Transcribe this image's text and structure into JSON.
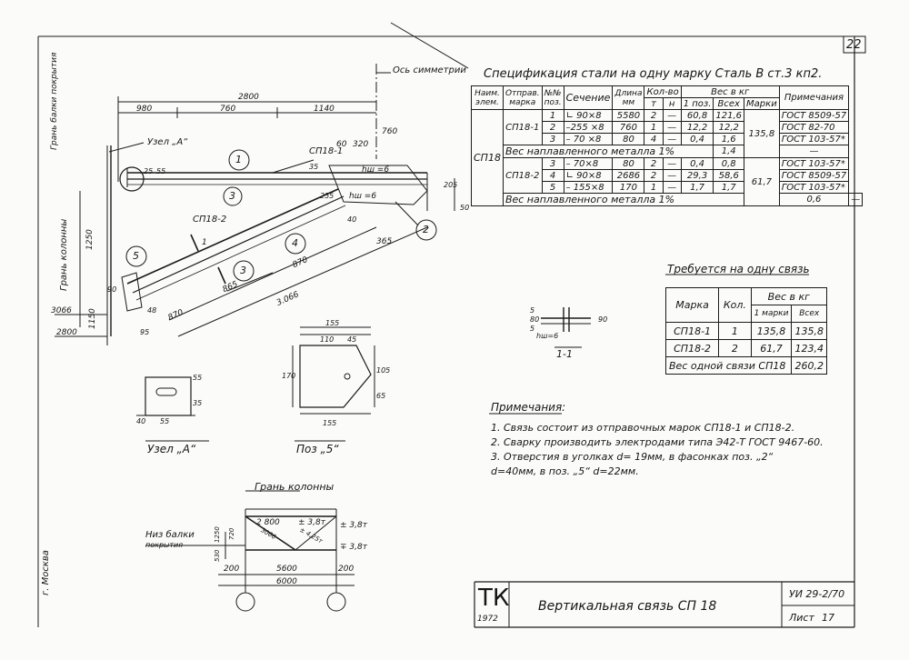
{
  "sheet": {
    "number": "22",
    "axis_label": "Ось симметрии",
    "beam_face_label": "Грань балки покрытия",
    "column_face_label": "Грань колонны",
    "city": "г. Москва"
  },
  "spec": {
    "title": "Спецификация  стали  на  одну  марку  Сталь В ст.3 кп2.",
    "headers": {
      "element": "Наим. элем.",
      "ship_mark": "Отправ. марка",
      "pos_no": "№№ поз.",
      "section": "Сечение",
      "length": "Длина мм",
      "qty": "Кол-во",
      "qty_t": "т",
      "qty_n": "н",
      "weight": "Вес в кг",
      "w_pos": "1 поз.",
      "w_total": "Всех",
      "w_mark": "Марки",
      "notes": "Примечания"
    },
    "element_name": "СП18",
    "mark1": {
      "name": "СП18-1",
      "mark_weight": "135,8",
      "rows": [
        {
          "pos": "1",
          "section": "∟ 90×8",
          "length": "5580",
          "t": "2",
          "n": "—",
          "w1": "60,8",
          "wall": "121,6",
          "note": "ГОСТ 8509-57"
        },
        {
          "pos": "2",
          "section": "–255 ×8",
          "length": "760",
          "t": "1",
          "n": "—",
          "w1": "12,2",
          "wall": "12,2",
          "note": "ГОСТ 82-70"
        },
        {
          "pos": "3",
          "section": "– 70 ×8",
          "length": "80",
          "t": "4",
          "n": "—",
          "w1": "0,4",
          "wall": "1,6",
          "note": "ГОСТ 103-57*"
        }
      ],
      "weld": {
        "label": "Вес  наплавленного  металла  1%",
        "value": "1,4",
        "note": "—"
      }
    },
    "mark2": {
      "name": "СП18-2",
      "mark_weight": "61,7",
      "rows": [
        {
          "pos": "3",
          "section": "– 70×8",
          "length": "80",
          "t": "2",
          "n": "—",
          "w1": "0,4",
          "wall": "0,8",
          "note": "ГОСТ 103-57*"
        },
        {
          "pos": "4",
          "section": "∟ 90×8",
          "length": "2686",
          "t": "2",
          "n": "—",
          "w1": "29,3",
          "wall": "58,6",
          "note": "ГОСТ 8509-57"
        },
        {
          "pos": "5",
          "section": "– 155×8",
          "length": "170",
          "t": "1",
          "n": "—",
          "w1": "1,7",
          "wall": "1,7",
          "note": "ГОСТ 103-57*"
        }
      ],
      "weld": {
        "label": "Вес  наплавленного  металла  1%",
        "value": "0,6",
        "note": "—"
      }
    }
  },
  "required": {
    "title": "Требуется на одну связь",
    "headers": {
      "mark": "Марка",
      "qty": "Кол.",
      "weight": "Вес в кг",
      "per_mark": "1 марки",
      "total": "Всех"
    },
    "rows": [
      {
        "mark": "СП18-1",
        "qty": "1",
        "per_mark": "135,8",
        "total": "135,8"
      },
      {
        "mark": "СП18-2",
        "qty": "2",
        "per_mark": "61,7",
        "total": "123,4"
      }
    ],
    "total_label": "Вес одной связи СП18",
    "total_value": "260,2"
  },
  "notes": {
    "title": "Примечания:",
    "items": [
      "1.  Связь состоит из отправочных марок  СП18-1 и СП18-2.",
      "2.  Сварку производить  электродами  типа  Э42-Т ГОСТ 9467-60.",
      "3.  Отверстия  в уголках  d= 19мм,  в фасонках  поз. „2“",
      "     d=40мм,  в поз. „5“  d=22мм."
    ]
  },
  "title_block": {
    "logo": "ТК",
    "year": "1972",
    "title": "Вертикальная   связь  СП 18",
    "code": "УИ 29-2/70",
    "sheet_label": "Лист",
    "sheet_no": "17"
  },
  "main_view": {
    "dim_overall": "2800",
    "dim_980": "980",
    "dim_760": "760",
    "dim_1140": "1140",
    "dim_760b": "760",
    "dim_60": "60",
    "dim_320": "320",
    "dim_1250": "1250",
    "dim_1150": "1150",
    "dim_3066": "3066",
    "dim_2800b": "2800",
    "dim_865": "865",
    "dim_870": "870",
    "dim_870b": "870",
    "dim_365": "365",
    "dim_3066b": "3.066",
    "dim_25": "25",
    "dim_55": "55",
    "dim_35": "35",
    "dim_255": "255",
    "dim_205": "205",
    "dim_50": "50",
    "dim_40": "40",
    "dim_48": "48",
    "dim_90": "90",
    "dim_95": "95",
    "weld_1": "hш =6",
    "weld_2": "hш =6",
    "node_label": "Узел „А“",
    "mark1_label": "СП18-1",
    "mark2_label": "СП18-2",
    "section_mark": "1",
    "pos": [
      "1",
      "2",
      "3",
      "3",
      "4",
      "5"
    ]
  },
  "section_view": {
    "label": "1-1",
    "dim_5": "5",
    "dim_80": "80",
    "dim_5b": "5",
    "dim_90": "90",
    "weld": "hш=6"
  },
  "node_view": {
    "label": "Узел „А“",
    "dim_40": "40",
    "dim_55": "55",
    "dim_35": "35",
    "dim_55b": "55"
  },
  "pos5_view": {
    "label": "Поз „5“",
    "dim_155": "155",
    "dim_110": "110",
    "dim_45": "45",
    "dim_170": "170",
    "dim_105": "105",
    "dim_65": "65",
    "dim_155b": "155"
  },
  "scheme": {
    "title": "Грань колонны",
    "beam_label_1": "Низ балки",
    "beam_label_2": "покрытия",
    "dim_2800": "2 800",
    "load_top": "± 3,8т",
    "load_right": "± 3,8т",
    "load_bottom": "∓ 3,8т",
    "diag_len": "3066",
    "diag_force": "± 4,25т",
    "dim_1250": "1250",
    "dim_720": "720",
    "dim_530": "530",
    "dim_200": "200",
    "dim_5600": "5600",
    "dim_200b": "200",
    "dim_6000": "6000"
  }
}
